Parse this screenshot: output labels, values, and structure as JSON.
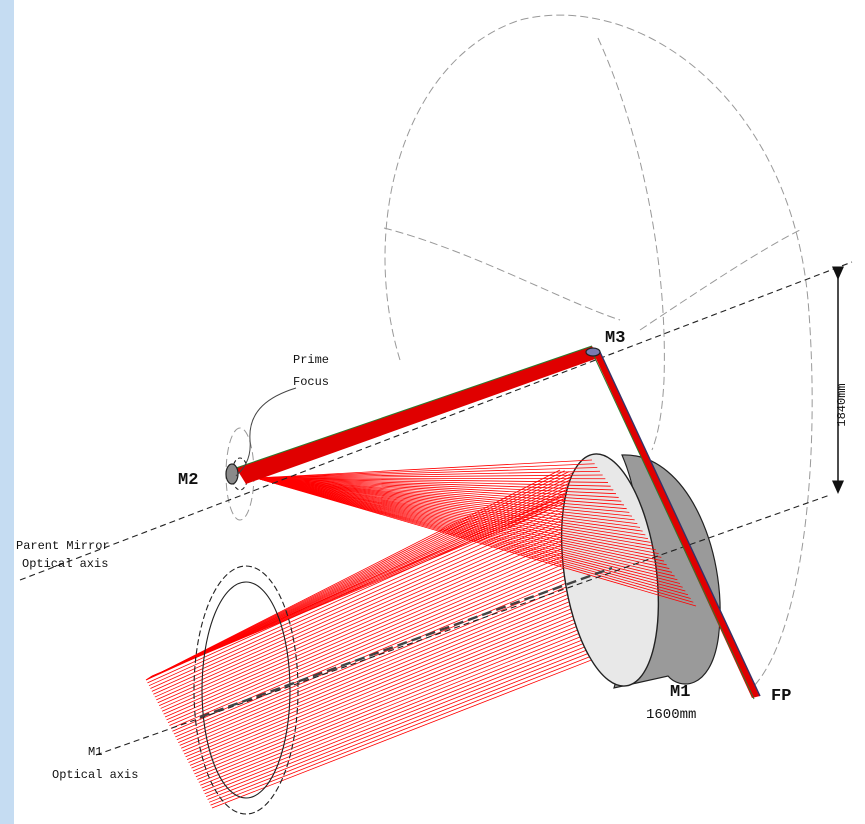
{
  "colors": {
    "sidebar": "#c5dcf2",
    "ray": "#e00000",
    "ray_bundle": "#ff0000",
    "guide_line": "#555555",
    "ghost_outline": "#999999",
    "mirror_face": "#e8e8e8",
    "mirror_side": "#9a9a9a"
  },
  "labels": {
    "m3": "M3",
    "m2": "M2",
    "m1": "M1",
    "fp": "FP",
    "m1_size": "1600mm",
    "dimension": "1840mm",
    "prime_focus_line1": "Prime",
    "prime_focus_line2": "Focus",
    "parent_axis_line1": "Parent Mirror",
    "parent_axis_line2": "Optical axis",
    "m1_axis_line1": "M1",
    "m1_axis_line2": "Optical axis"
  }
}
